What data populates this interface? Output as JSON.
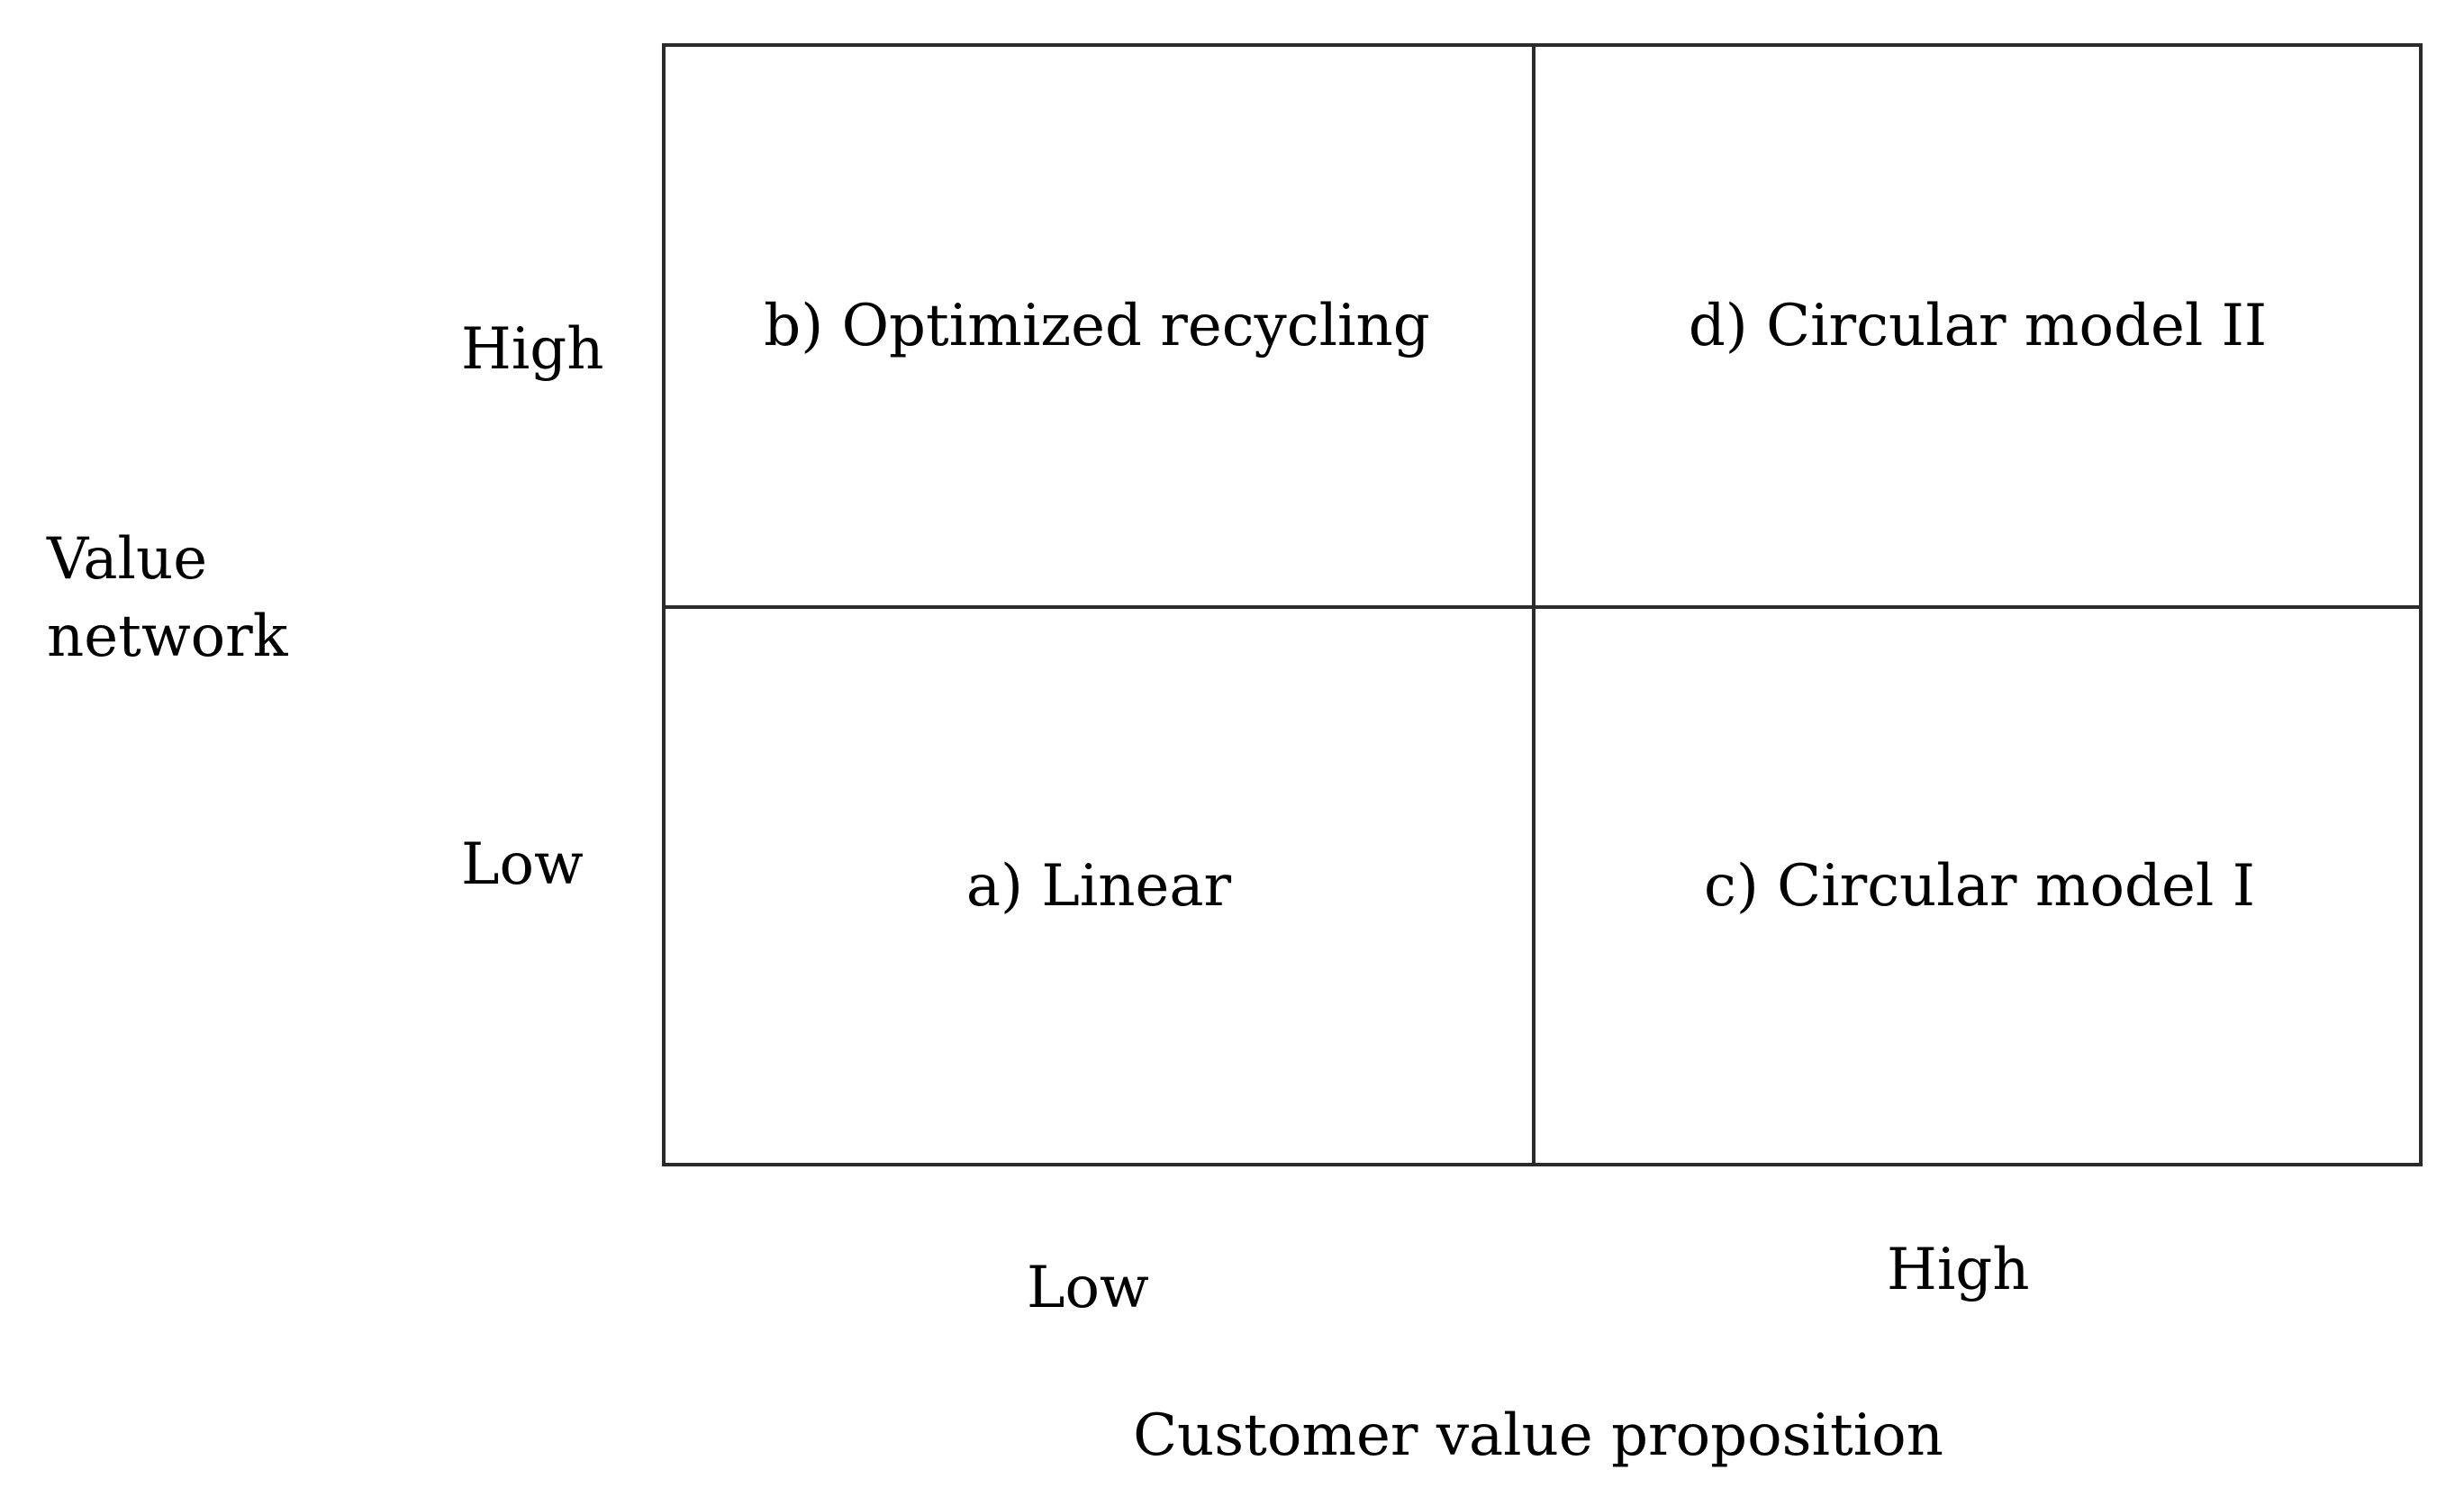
{
  "y_axis": {
    "title_line1": "Value",
    "title_line2": "network",
    "high_label": "High",
    "low_label": "Low"
  },
  "x_axis": {
    "title": "Customer value proposition",
    "low_label": "Low",
    "high_label": "High"
  },
  "quadrants": {
    "top_left": "b) Optimized recycling",
    "top_right": "d) Circular model II",
    "bottom_left": "a) Linear",
    "bottom_right": "c) Circular model I"
  }
}
